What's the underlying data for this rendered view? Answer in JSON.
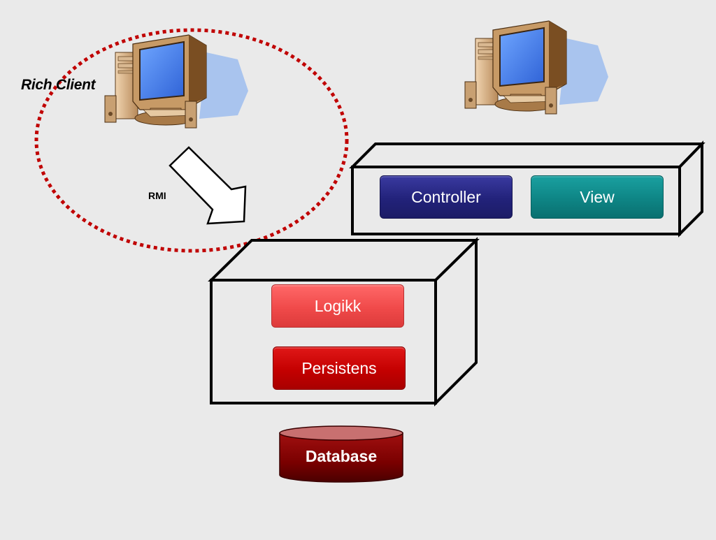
{
  "labels": {
    "rich_client": "Rich Client",
    "rmi": "RMI"
  },
  "components": {
    "controller": "Controller",
    "view": "View",
    "logikk": "Logikk",
    "persistens": "Persistens",
    "database": "Database"
  },
  "icons": {
    "client_computer": "computer-icon",
    "server_computer": "computer-icon",
    "rmi_arrow": "arrow-down-right-icon"
  },
  "colors": {
    "background": "#eaeaea",
    "rich_client_boundary": "#c00000",
    "controller": "#22227a",
    "view": "#0e8585",
    "logikk": "#f04a4a",
    "persistens": "#c40000",
    "database": "#7a0000",
    "box_outline": "#000000"
  }
}
